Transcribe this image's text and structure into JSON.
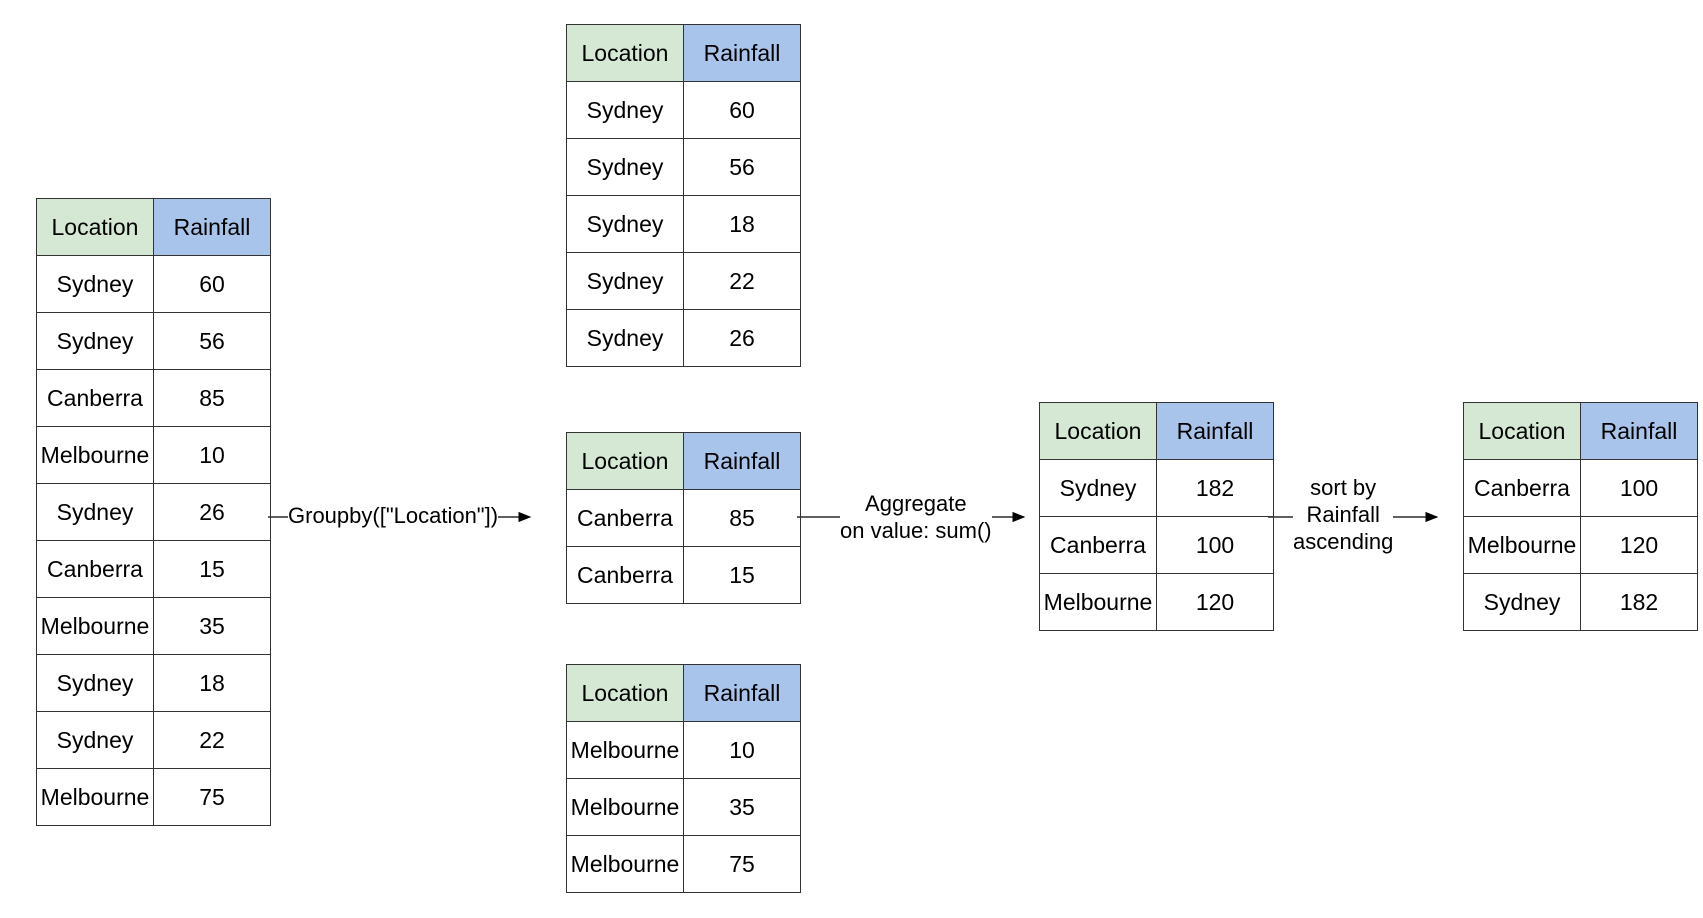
{
  "tables": {
    "source": {
      "headers": [
        "Location",
        "Rainfall"
      ],
      "rows": [
        [
          "Sydney",
          "60"
        ],
        [
          "Sydney",
          "56"
        ],
        [
          "Canberra",
          "85"
        ],
        [
          "Melbourne",
          "10"
        ],
        [
          "Sydney",
          "26"
        ],
        [
          "Canberra",
          "15"
        ],
        [
          "Melbourne",
          "35"
        ],
        [
          "Sydney",
          "18"
        ],
        [
          "Sydney",
          "22"
        ],
        [
          "Melbourne",
          "75"
        ]
      ]
    },
    "group_sydney": {
      "headers": [
        "Location",
        "Rainfall"
      ],
      "rows": [
        [
          "Sydney",
          "60"
        ],
        [
          "Sydney",
          "56"
        ],
        [
          "Sydney",
          "18"
        ],
        [
          "Sydney",
          "22"
        ],
        [
          "Sydney",
          "26"
        ]
      ]
    },
    "group_canberra": {
      "headers": [
        "Location",
        "Rainfall"
      ],
      "rows": [
        [
          "Canberra",
          "85"
        ],
        [
          "Canberra",
          "15"
        ]
      ]
    },
    "group_melbourne": {
      "headers": [
        "Location",
        "Rainfall"
      ],
      "rows": [
        [
          "Melbourne",
          "10"
        ],
        [
          "Melbourne",
          "35"
        ],
        [
          "Melbourne",
          "75"
        ]
      ]
    },
    "aggregated": {
      "headers": [
        "Location",
        "Rainfall"
      ],
      "rows": [
        [
          "Sydney",
          "182"
        ],
        [
          "Canberra",
          "100"
        ],
        [
          "Melbourne",
          "120"
        ]
      ]
    },
    "sorted": {
      "headers": [
        "Location",
        "Rainfall"
      ],
      "rows": [
        [
          "Canberra",
          "100"
        ],
        [
          "Melbourne",
          "120"
        ],
        [
          "Sydney",
          "182"
        ]
      ]
    }
  },
  "edges": {
    "groupby": "Groupby([\"Location\"])",
    "aggregate_line1": "Aggregate",
    "aggregate_line2": "on value: sum()",
    "sort_line1": "sort by",
    "sort_line2": "Rainfall",
    "sort_line3": "ascending"
  },
  "colors": {
    "location_header": "#d5e8d4",
    "rainfall_header": "#a9c4eb",
    "border": "#333333"
  }
}
